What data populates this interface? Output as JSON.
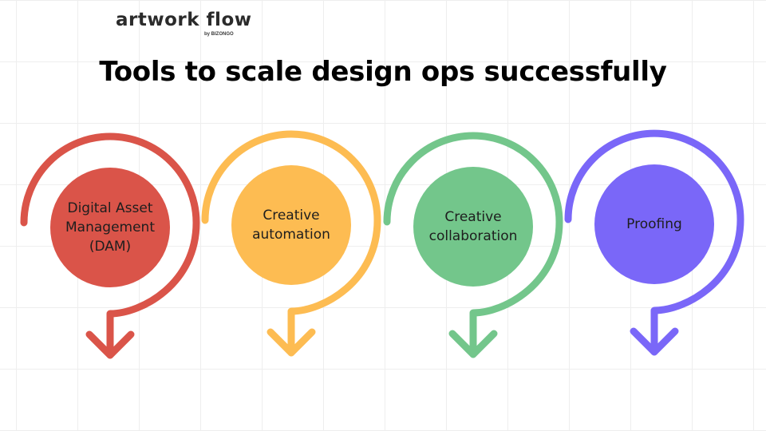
{
  "logo": {
    "name": "artwork flow",
    "sub": "by BIZONGO"
  },
  "title": "Tools to scale design ops successfully",
  "steps": [
    {
      "lines": [
        "Digital Asset",
        "Management",
        "(DAM)"
      ],
      "color": "#DA5449"
    },
    {
      "lines": [
        "Creative",
        "automation"
      ],
      "color": "#FDBC52"
    },
    {
      "lines": [
        "Creative",
        "collaboration"
      ],
      "color": "#73C68B"
    },
    {
      "lines": [
        "Proofing"
      ],
      "color": "#7A67F8"
    }
  ]
}
